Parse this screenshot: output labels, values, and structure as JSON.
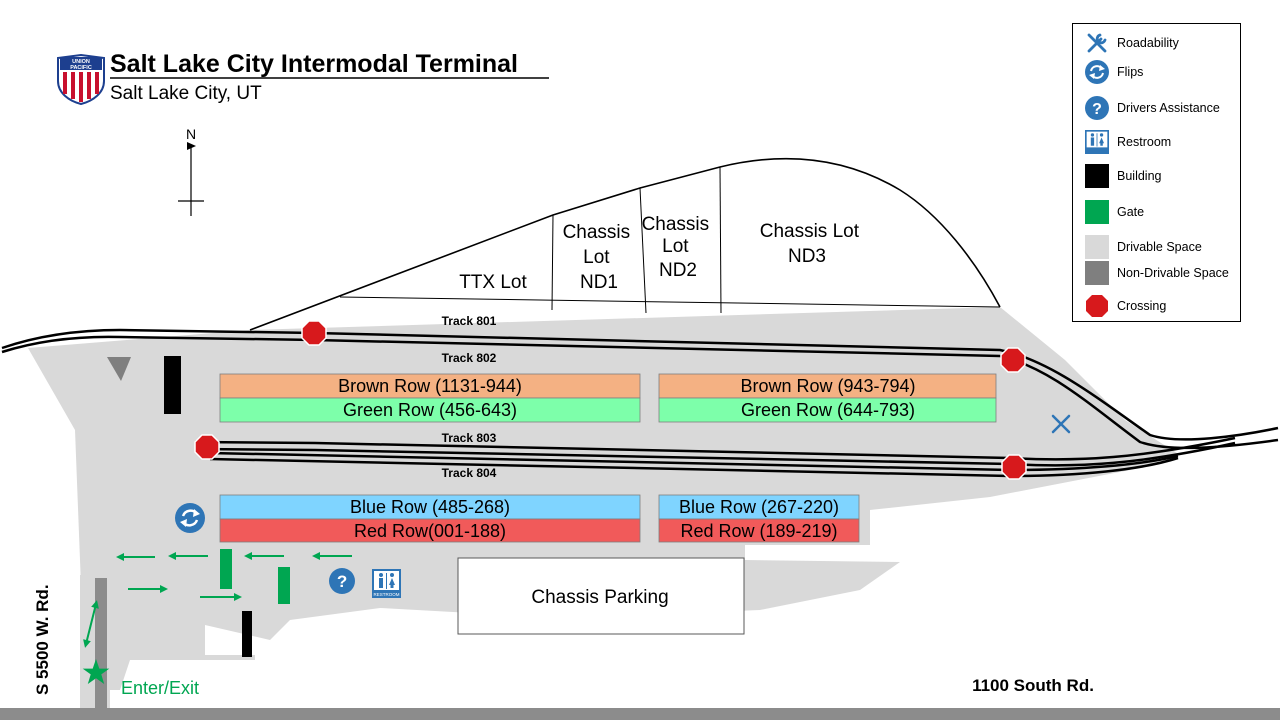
{
  "header": {
    "title": "Salt Lake City Intermodal Terminal",
    "subtitle": "Salt Lake City, UT",
    "logo_text": "UNION PACIFIC"
  },
  "compass": {
    "label": "N"
  },
  "lots": {
    "ttx": "TTX Lot",
    "nd1": [
      "Chassis",
      "Lot",
      "ND1"
    ],
    "nd2": [
      "Chassis",
      "Lot",
      "ND2"
    ],
    "nd3": [
      "Chassis Lot",
      "ND3"
    ]
  },
  "tracks": [
    "Track 801",
    "Track 802",
    "Track 803",
    "Track 804"
  ],
  "rows": {
    "brown_west": "Brown Row (1131-944)",
    "brown_east": "Brown Row (943-794)",
    "green_west": "Green Row (456-643)",
    "green_east": "Green Row (644-793)",
    "blue_west": "Blue Row (485-268)",
    "blue_east": "Blue Row (267-220)",
    "red_west": "Red Row(001-188)",
    "red_east": "Red Row (189-219)"
  },
  "chassis_parking": "Chassis Parking",
  "roads": {
    "west": "S 5500 W. Rd.",
    "south": "1100 South Rd."
  },
  "enter_exit": "Enter/Exit",
  "restroom_sign": "RESTROOM",
  "legend": [
    {
      "label": "Roadability",
      "icon": "wrench-icon"
    },
    {
      "label": "Flips",
      "icon": "flip-icon"
    },
    {
      "label": "Drivers  Assistance",
      "icon": "question-icon"
    },
    {
      "label": "Restroom",
      "icon": "restroom-icon"
    },
    {
      "label": "Building",
      "icon": "building-swatch"
    },
    {
      "label": "Gate",
      "icon": "gate-swatch"
    },
    {
      "label": "Drivable Space",
      "icon": "drivable-swatch"
    },
    {
      "label": "Non-Drivable  Space",
      "icon": "non-drivable-swatch"
    },
    {
      "label": "Crossing",
      "icon": "crossing-icon"
    }
  ],
  "colors": {
    "drivable": "#d9d9d9",
    "non_drivable": "#7f7f7f",
    "building": "#000000",
    "gate": "#00a651",
    "crossing": "#d7191c",
    "brown_row": "#f4b183",
    "green_row": "#7dffaa",
    "blue_row": "#7fd4ff",
    "red_row": "#f15a5a",
    "icon_blue": "#2e75b6",
    "enter_exit": "#00a651",
    "logo_red": "#c8102e",
    "logo_blue": "#1d3f8f"
  }
}
